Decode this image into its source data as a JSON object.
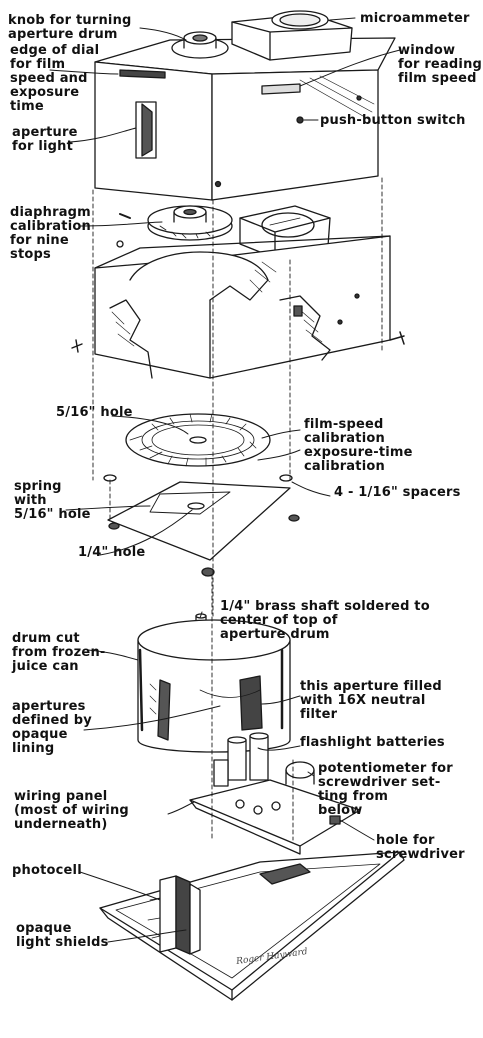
{
  "title": "",
  "labels": {
    "knob": "knob for turning\naperture drum",
    "microammeter": "microammeter",
    "edge_of_dial": "edge of dial\nfor film\nspeed and\nexposure\ntime",
    "window": "window\nfor reading\nfilm speed",
    "push_button": "push-button switch",
    "aperture_light": "aperture\nfor light",
    "diaphragm": "diaphragm\ncalibration\nfor nine\nstops",
    "hole_5_16": "5/16\" hole",
    "film_speed_cal": "film-speed\ncalibration\nexposure-time\ncalibration",
    "spring": "spring\nwith\n5/16\" hole",
    "spacers": "4 - 1/16\" spacers",
    "hole_1_4": "1/4\" hole",
    "brass_shaft": "1/4\" brass shaft soldered to\ncenter of top of\naperture drum",
    "drum_cut": "drum cut\nfrom frozen-\njuice can",
    "aperture_filter": "this aperture filled\nwith 16X neutral\nfilter",
    "apertures_defined": "apertures\ndefined by\nopaque\nlining",
    "batteries": "flashlight batteries",
    "potentiometer": "potentiometer for\nscrewdriver set-\nting from\nbelow",
    "wiring_panel": "wiring panel\n(most of wiring\nunderneath)",
    "hole_screwdriver": "hole for\nscrewdriver",
    "photocell": "photocell",
    "light_shields": "opaque\nlight shields"
  },
  "signature": "Roger Hayward"
}
